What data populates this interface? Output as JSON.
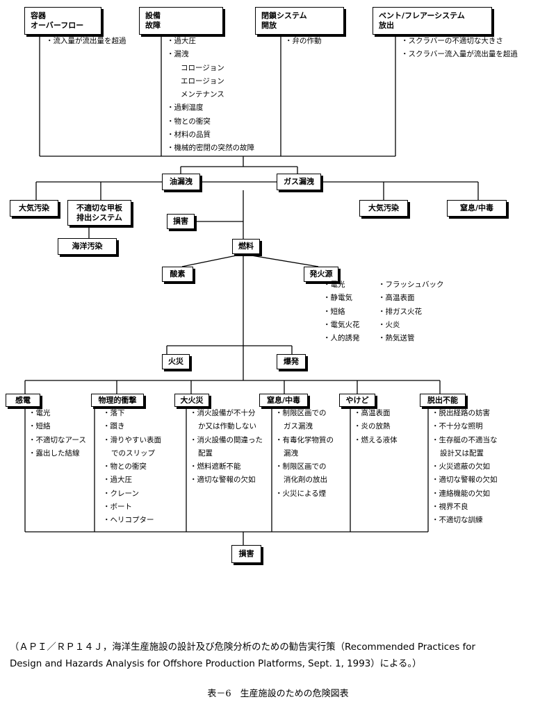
{
  "top": {
    "vessel": {
      "title": "容器",
      "sub": "オーバーフロー",
      "items": [
        "流入量が流出量を超過"
      ]
    },
    "equipment": {
      "title": "設備",
      "sub": "故障",
      "items": [
        "過大圧",
        "漏洩"
      ],
      "leak_subs": [
        "コロージョン",
        "エロージョン",
        "メンテナンス"
      ],
      "items2": [
        "過剰温度",
        "物との衝突",
        "材料の品質",
        "機械的密閉の突然の故障"
      ]
    },
    "shutdown": {
      "title": "閉鎖システム",
      "sub": "開放",
      "items": [
        "弁の作動"
      ]
    },
    "vent": {
      "title": "ベント/フレアーシステム",
      "sub": "放出",
      "items": [
        "スクラバーの不適切な大きさ",
        "スクラバー流入量が流出量を超過"
      ]
    }
  },
  "mid": {
    "oil_leak": "油漏洩",
    "gas_leak": "ガス漏洩",
    "air_left": "大気汚染",
    "deck": [
      "不適切な甲板",
      "排出システム"
    ],
    "sea": "海洋汚染",
    "air_right": "大気汚染",
    "suffocation": "窒息/中毒",
    "damage": "損害",
    "fuel": "燃料",
    "oxygen": "酸素",
    "ignition": "発火源",
    "ign_col1": [
      "電光",
      "静電気",
      "短絡",
      "電気火花",
      "人的誘発"
    ],
    "ign_col2": [
      "フラッシュバック",
      "高温表面",
      "排ガス火花",
      "火炎",
      "熱気送管"
    ],
    "fire": "火災",
    "explosion": "爆発"
  },
  "bottom": {
    "shock": {
      "title": "感電",
      "items": [
        "電光",
        "短絡",
        "不適切なアース",
        "露出した結線"
      ]
    },
    "impact": {
      "title": "物理的衝撃",
      "items": [
        "落下",
        "躓き",
        "滑りやすい表面",
        "でのスリップ",
        "物との衝突",
        "過大圧",
        "クレーン",
        "ボート",
        "ヘリコプター"
      ]
    },
    "bigfire": {
      "title": "大火災",
      "items": [
        "消火設備が不十分",
        "か又は作動しない",
        "消火設備の間違った",
        "配置",
        "燃料遮断不能",
        "適切な警報の欠如"
      ]
    },
    "suff": {
      "title": "窒息/中毒",
      "items": [
        "制限区画での",
        "ガス漏洩",
        "有毒化学物質の",
        "漏洩",
        "制限区画での",
        "消化剤の放出",
        "火災による煙"
      ]
    },
    "burn": {
      "title": "やけど",
      "items": [
        "高温表面",
        "炎の放熱",
        "燃える液体"
      ]
    },
    "escape": {
      "title": "脱出不能",
      "items": [
        "脱出経路の妨害",
        "不十分な照明",
        "生存艇の不適当な",
        "設計又は配置",
        "火災遮蔽の欠如",
        "適切な警報の欠如",
        "連絡機能の欠如",
        "視界不良",
        "不適切な訓練"
      ]
    },
    "damage": "損害"
  },
  "note": [
    "（ＡＰＩ／ＲＰ１４Ｊ，海洋生産施設の設計及び危険分析のための勧告実行策（Recommended Practices for",
    "Design and Hazards Analysis  for Offshore Production Platforms,  Sept. 1, 1993）による。）"
  ],
  "caption": "表－6　生産施設のための危険図表"
}
